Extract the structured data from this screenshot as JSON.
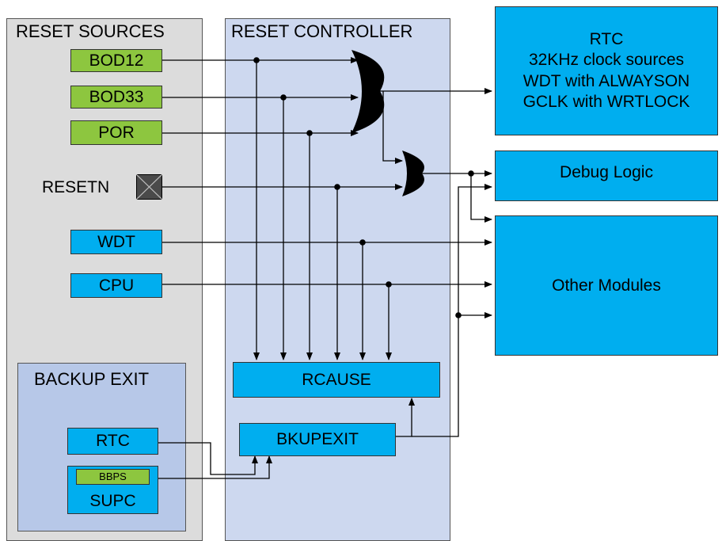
{
  "panels": {
    "reset_sources": "RESET SOURCES",
    "reset_controller": "RESET CONTROLLER",
    "backup_exit": "BACKUP EXIT"
  },
  "sources": {
    "bod12": "BOD12",
    "bod33": "BOD33",
    "por": "POR",
    "resetn": "RESETN",
    "wdt": "WDT",
    "cpu": "CPU"
  },
  "backup": {
    "rtc": "RTC",
    "bbps": "BBPS",
    "supc": "SUPC"
  },
  "controller": {
    "rcause": "RCAUSE",
    "bkupexit": "BKUPEXIT"
  },
  "outputs": {
    "rtc_lines": [
      "RTC",
      "32KHz clock sources",
      "WDT with ALWAYSON",
      "GCLK with WRTLOCK"
    ],
    "debug_logic": "Debug Logic",
    "other_modules": "Other Modules"
  },
  "colors": {
    "green": "#8dc63f",
    "blue": "#00aeef",
    "panel_gray": "#dcdcdc",
    "panel_blue": "#cdd8ef"
  }
}
